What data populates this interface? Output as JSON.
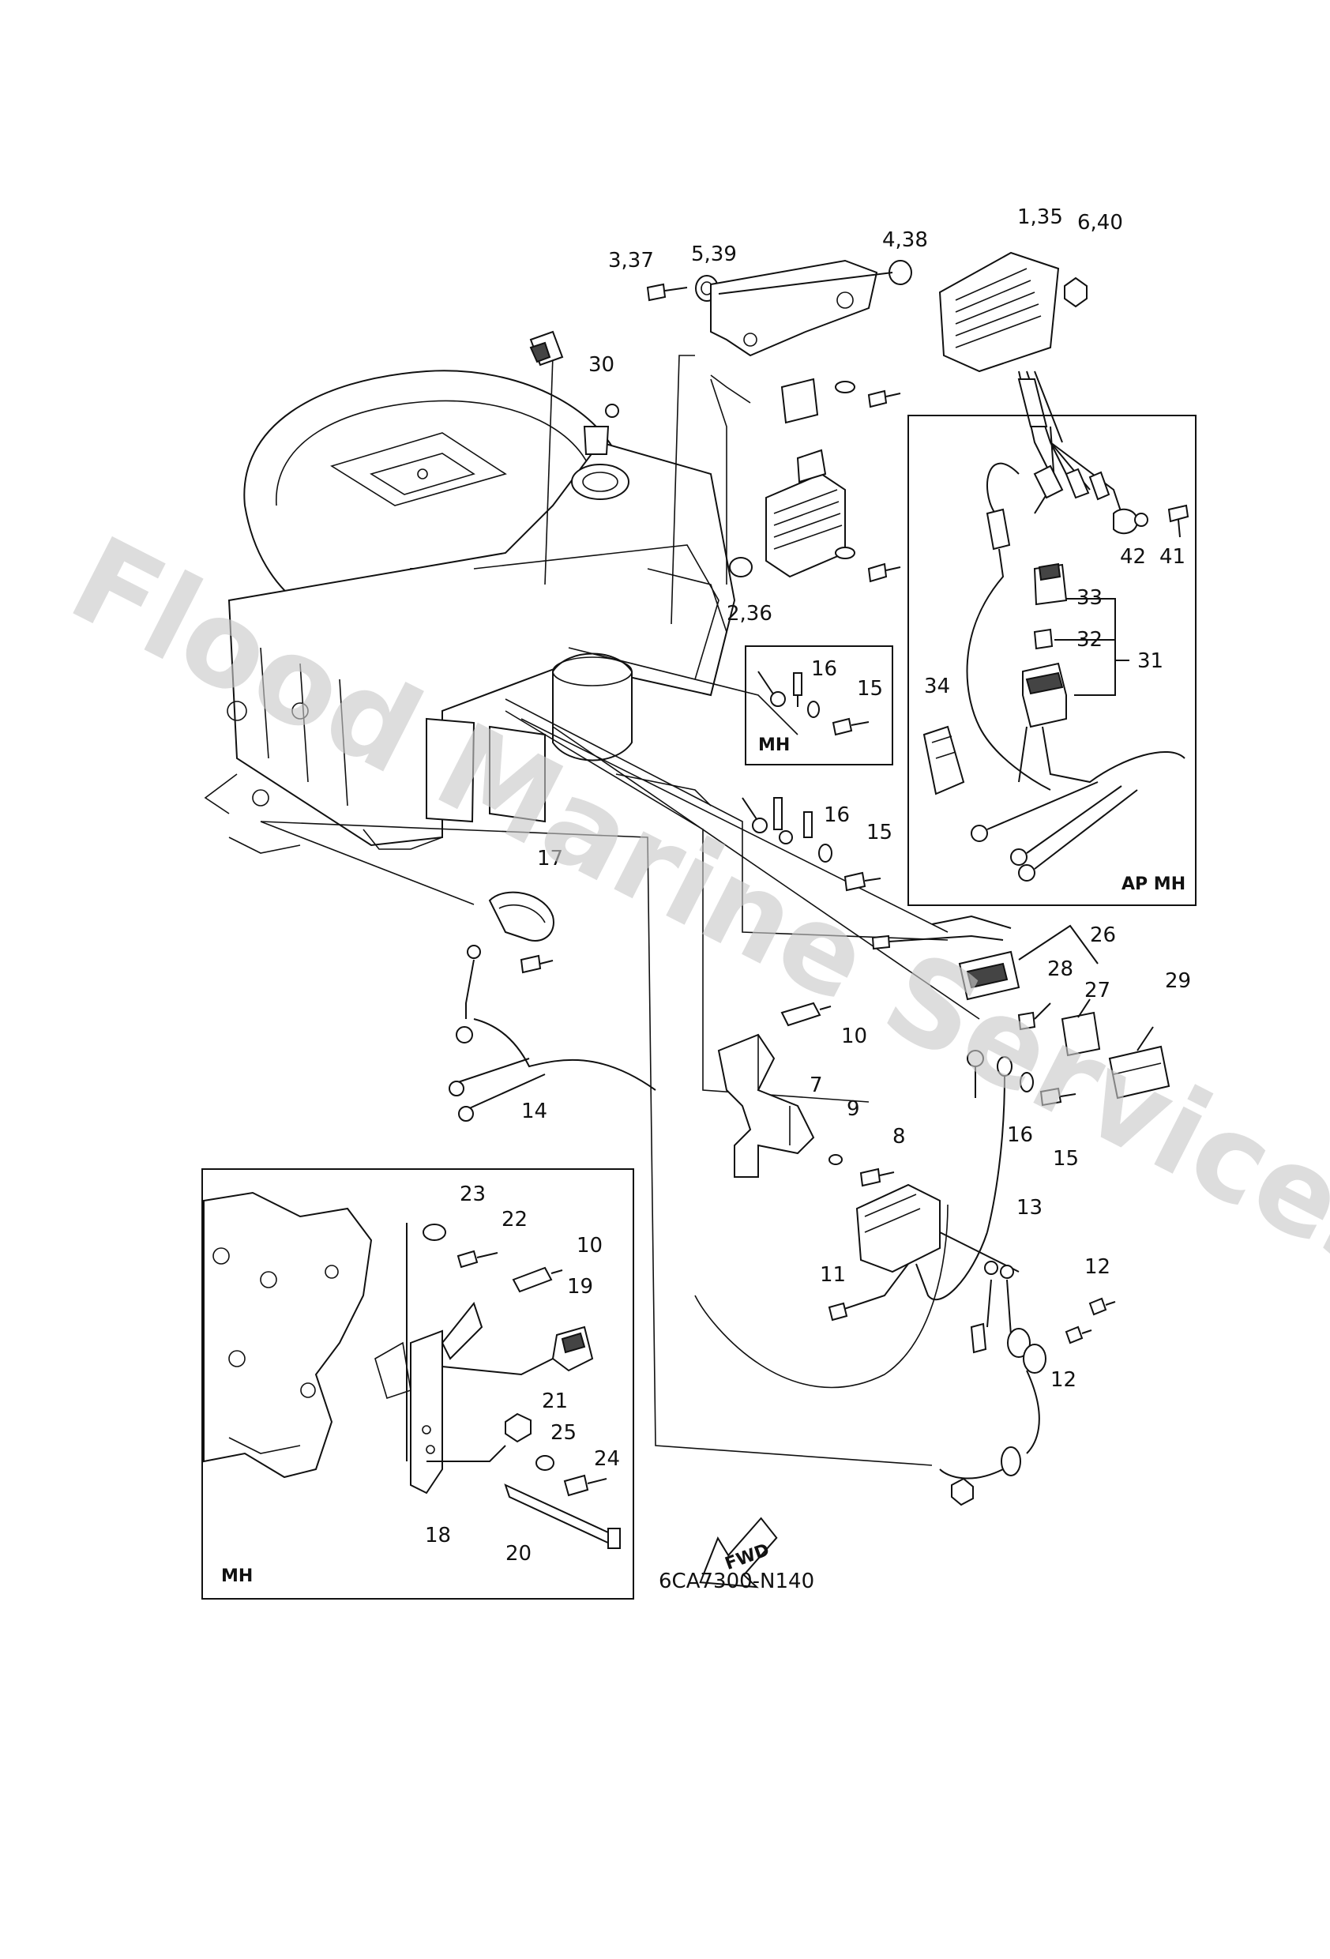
{
  "watermark": "Flood Marine Services",
  "drawing_code": "6CA7300-N140",
  "fwd_label": "FWD",
  "inset_labels": {
    "ap_mh": "AP MH",
    "mh_small": "MH",
    "mh_large": "MH"
  },
  "callouts": {
    "c1_35": "1,35",
    "c2_36": "2,36",
    "c3_37": "3,37",
    "c4_38": "4,38",
    "c5_39": "5,39",
    "c6_40": "6,40",
    "c7": "7",
    "c8": "8",
    "c9": "9",
    "c10a": "10",
    "c10b": "10",
    "c11": "11",
    "c12a": "12",
    "c12b": "12",
    "c13": "13",
    "c14": "14",
    "c15a": "15",
    "c15b": "15",
    "c15c": "15",
    "c16a": "16",
    "c16b": "16",
    "c16c": "16",
    "c17": "17",
    "c18": "18",
    "c19": "19",
    "c20": "20",
    "c21": "21",
    "c22": "22",
    "c23": "23",
    "c24": "24",
    "c25": "25",
    "c26": "26",
    "c27": "27",
    "c28": "28",
    "c29": "29",
    "c30": "30",
    "c31": "31",
    "c32": "32",
    "c33": "33",
    "c34": "34",
    "c41": "41",
    "c42": "42"
  }
}
